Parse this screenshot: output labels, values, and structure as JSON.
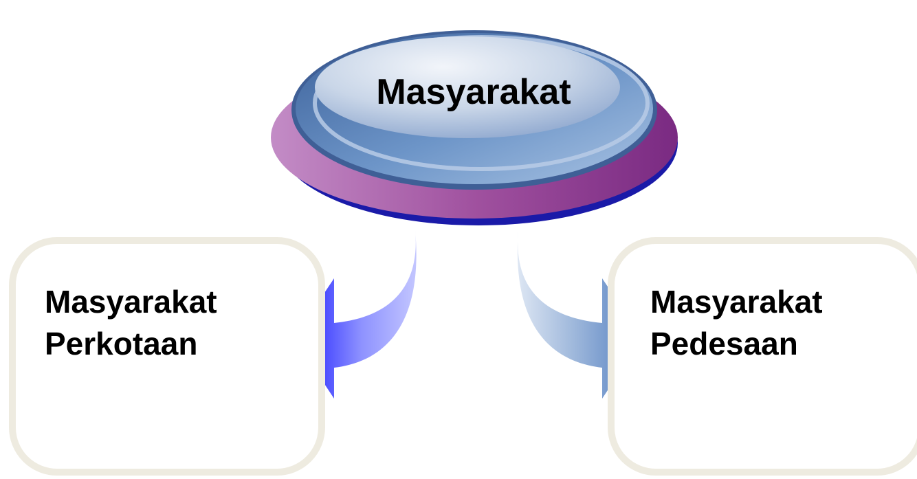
{
  "central_node": {
    "label": "Masyarakat"
  },
  "left_box": {
    "line1": "Masyarakat",
    "line2": "Perkotaan"
  },
  "right_box": {
    "line1": "Masyarakat",
    "line2": "Pedesaan"
  },
  "colors": {
    "disc_base": "#8e3a8c",
    "disc_edge": "#1a1aa8",
    "oval_blue": "#4f78b0",
    "left_arrow_tip": "#1f1fff",
    "right_arrow_tip": "#4f7cbf",
    "box_border": "#eeebe0"
  }
}
